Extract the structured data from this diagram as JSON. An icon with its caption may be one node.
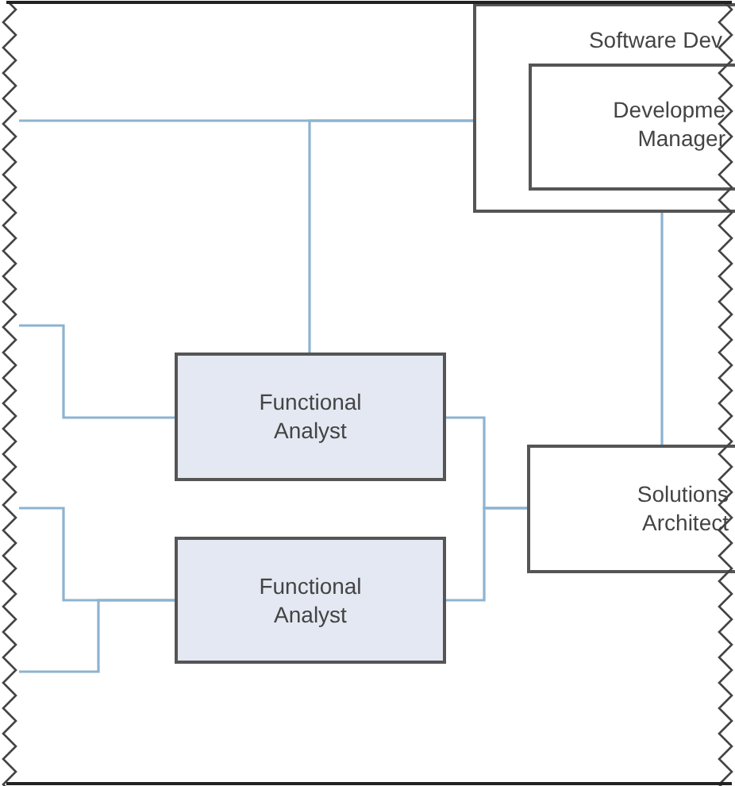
{
  "diagram": {
    "nodes": [
      {
        "text": [
          "Software Dev"
        ]
      },
      {
        "text": [
          "Developme Manager"
        ],
        "in": 0
      },
      {
        "text": [
          "Functional Analyst"
        ]
      },
      {
        "text": [
          "Functional Analyst"
        ]
      },
      {
        "text": [
          "Solutions Architect"
        ]
      }
    ],
    "edges": [
      {
        "from": null,
        "to": 1,
        "arrow": "none"
      },
      {
        "from": 1,
        "to": 2,
        "arrow": "none"
      },
      {
        "from": 1,
        "to": 4,
        "arrow": "none"
      },
      {
        "from": 2,
        "to": 4,
        "arrow": "none"
      },
      {
        "from": 3,
        "to": 4,
        "arrow": "none"
      },
      {
        "from": null,
        "to": 2,
        "arrow": "none"
      },
      {
        "from": null,
        "to": 3,
        "arrow": "none"
      },
      {
        "from": null,
        "to": 3,
        "arrow": "none"
      }
    ]
  }
}
